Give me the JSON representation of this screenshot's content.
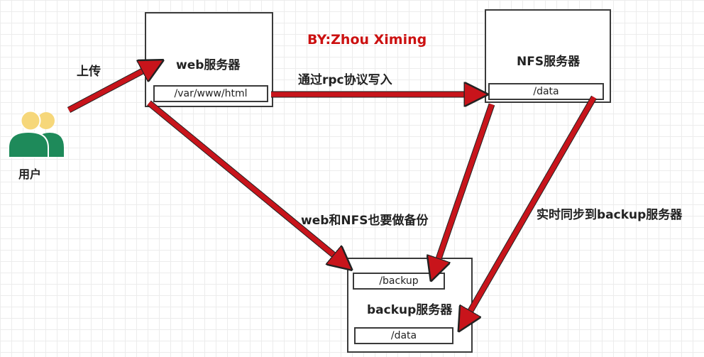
{
  "signature": "BY:Zhou Ximing",
  "user": {
    "label": "用户"
  },
  "web_server": {
    "title": "web服务器",
    "path": "/var/www/html"
  },
  "nfs_server": {
    "title": "NFS服务器",
    "path": "/data"
  },
  "backup_server": {
    "title": "backup服务器",
    "backup_path": "/backup",
    "data_path": "/data"
  },
  "edges": {
    "upload": "上传",
    "rpc_write": "通过rpc协议写入",
    "backup_both": "web和NFS也要做备份",
    "realtime_sync": "实时同步到backup服务器"
  },
  "colors": {
    "arrow_fill": "#c8141b",
    "arrow_outline": "#222222",
    "signature": "#cc1111",
    "user_head": "#f6d77a",
    "user_body": "#1e8a5a"
  }
}
